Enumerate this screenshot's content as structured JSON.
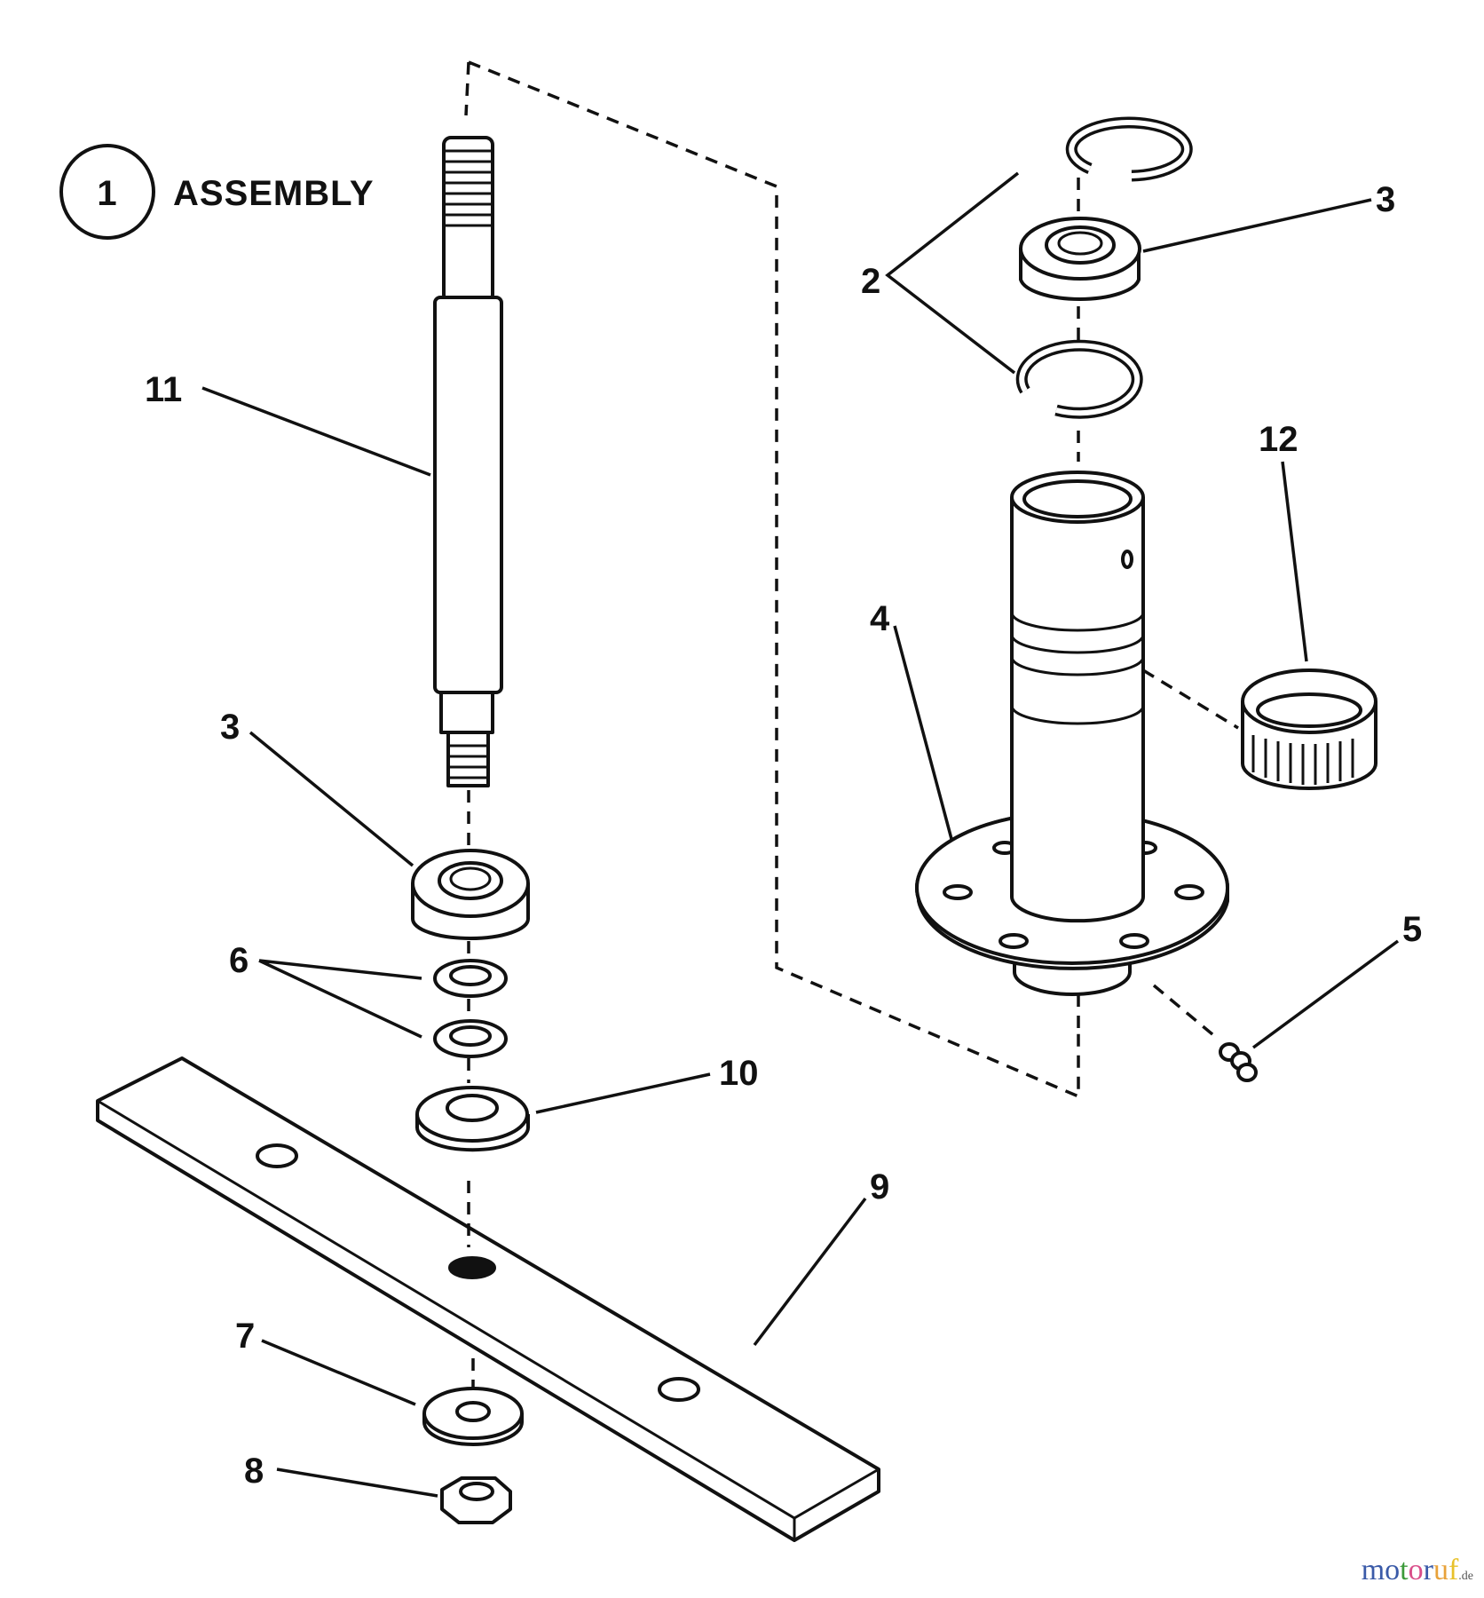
{
  "title": {
    "number": "1",
    "label": "ASSEMBLY"
  },
  "callouts": [
    {
      "id": "callout-2",
      "label": "2",
      "part": "retaining-ring"
    },
    {
      "id": "callout-3-top",
      "label": "3",
      "part": "bearing"
    },
    {
      "id": "callout-3-bottom",
      "label": "3",
      "part": "bearing"
    },
    {
      "id": "callout-4",
      "label": "4",
      "part": "spindle-housing"
    },
    {
      "id": "callout-5",
      "label": "5",
      "part": "grease-fitting"
    },
    {
      "id": "callout-6",
      "label": "6",
      "part": "washer"
    },
    {
      "id": "callout-7",
      "label": "7",
      "part": "lock-washer"
    },
    {
      "id": "callout-8",
      "label": "8",
      "part": "nut"
    },
    {
      "id": "callout-9",
      "label": "9",
      "part": "blade"
    },
    {
      "id": "callout-10",
      "label": "10",
      "part": "blade-adapter"
    },
    {
      "id": "callout-11",
      "label": "11",
      "part": "spindle-shaft"
    },
    {
      "id": "callout-12",
      "label": "12",
      "part": "needle-bearing"
    }
  ],
  "watermark": {
    "letters": [
      "m",
      "o",
      "t",
      "o",
      "r",
      "u",
      "f"
    ],
    "colors": [
      "#3a5aa8",
      "#3a5aa8",
      "#3c9a3a",
      "#d94f8a",
      "#3a5aa8",
      "#e8a23a",
      "#e8c12a"
    ],
    "tld": ".de"
  }
}
